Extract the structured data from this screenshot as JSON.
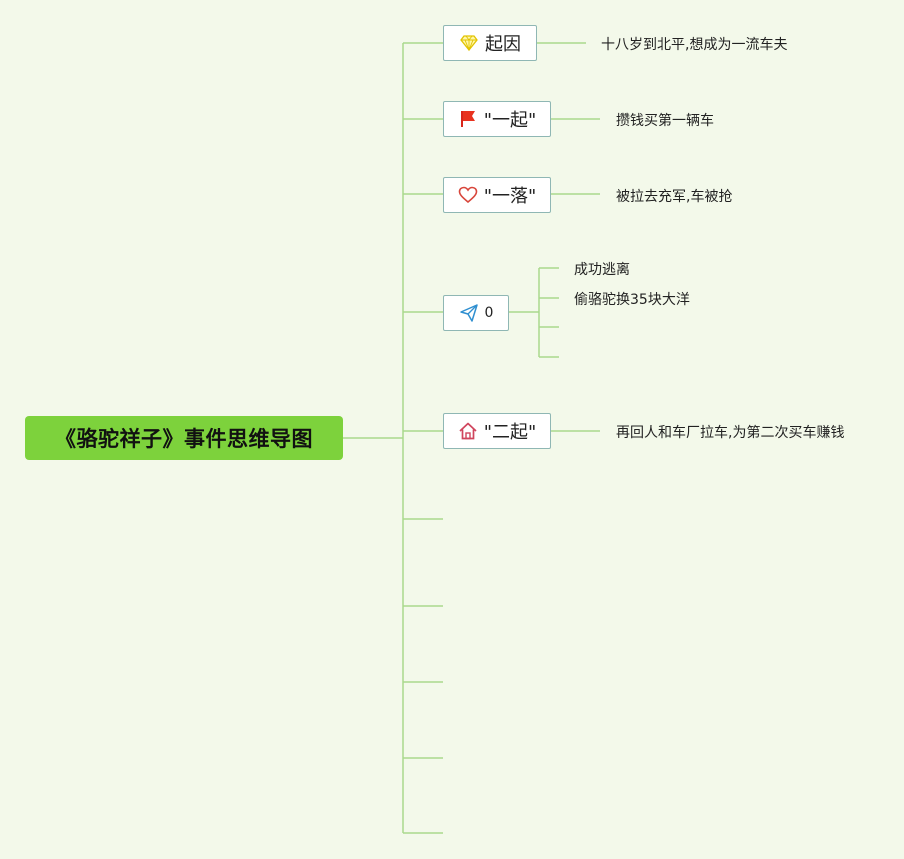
{
  "root": {
    "title": "《骆驼祥子》事件思维导图"
  },
  "branches": [
    {
      "label": "起因",
      "icon": "diamond-icon",
      "detail": "十八岁到北平,想成为一流车夫"
    },
    {
      "label": "\"一起\"",
      "icon": "red-flag-icon",
      "detail": "攒钱买第一辆车"
    },
    {
      "label": "\"一落\"",
      "icon": "heart-icon",
      "detail": "被拉去充军,车被抢"
    },
    {
      "label": "0",
      "icon": "paper-plane-icon",
      "details": [
        "成功逃离",
        "偷骆驼换35块大洋",
        "",
        ""
      ]
    },
    {
      "label": "\"二起\"",
      "icon": "house-icon",
      "detail": "再回人和车厂拉车,为第二次买车赚钱"
    }
  ],
  "colors": {
    "background": "#f3f9ea",
    "root_fill": "#7dd23c",
    "connector": "#a9d98c",
    "node_border": "#8fb7b4"
  }
}
